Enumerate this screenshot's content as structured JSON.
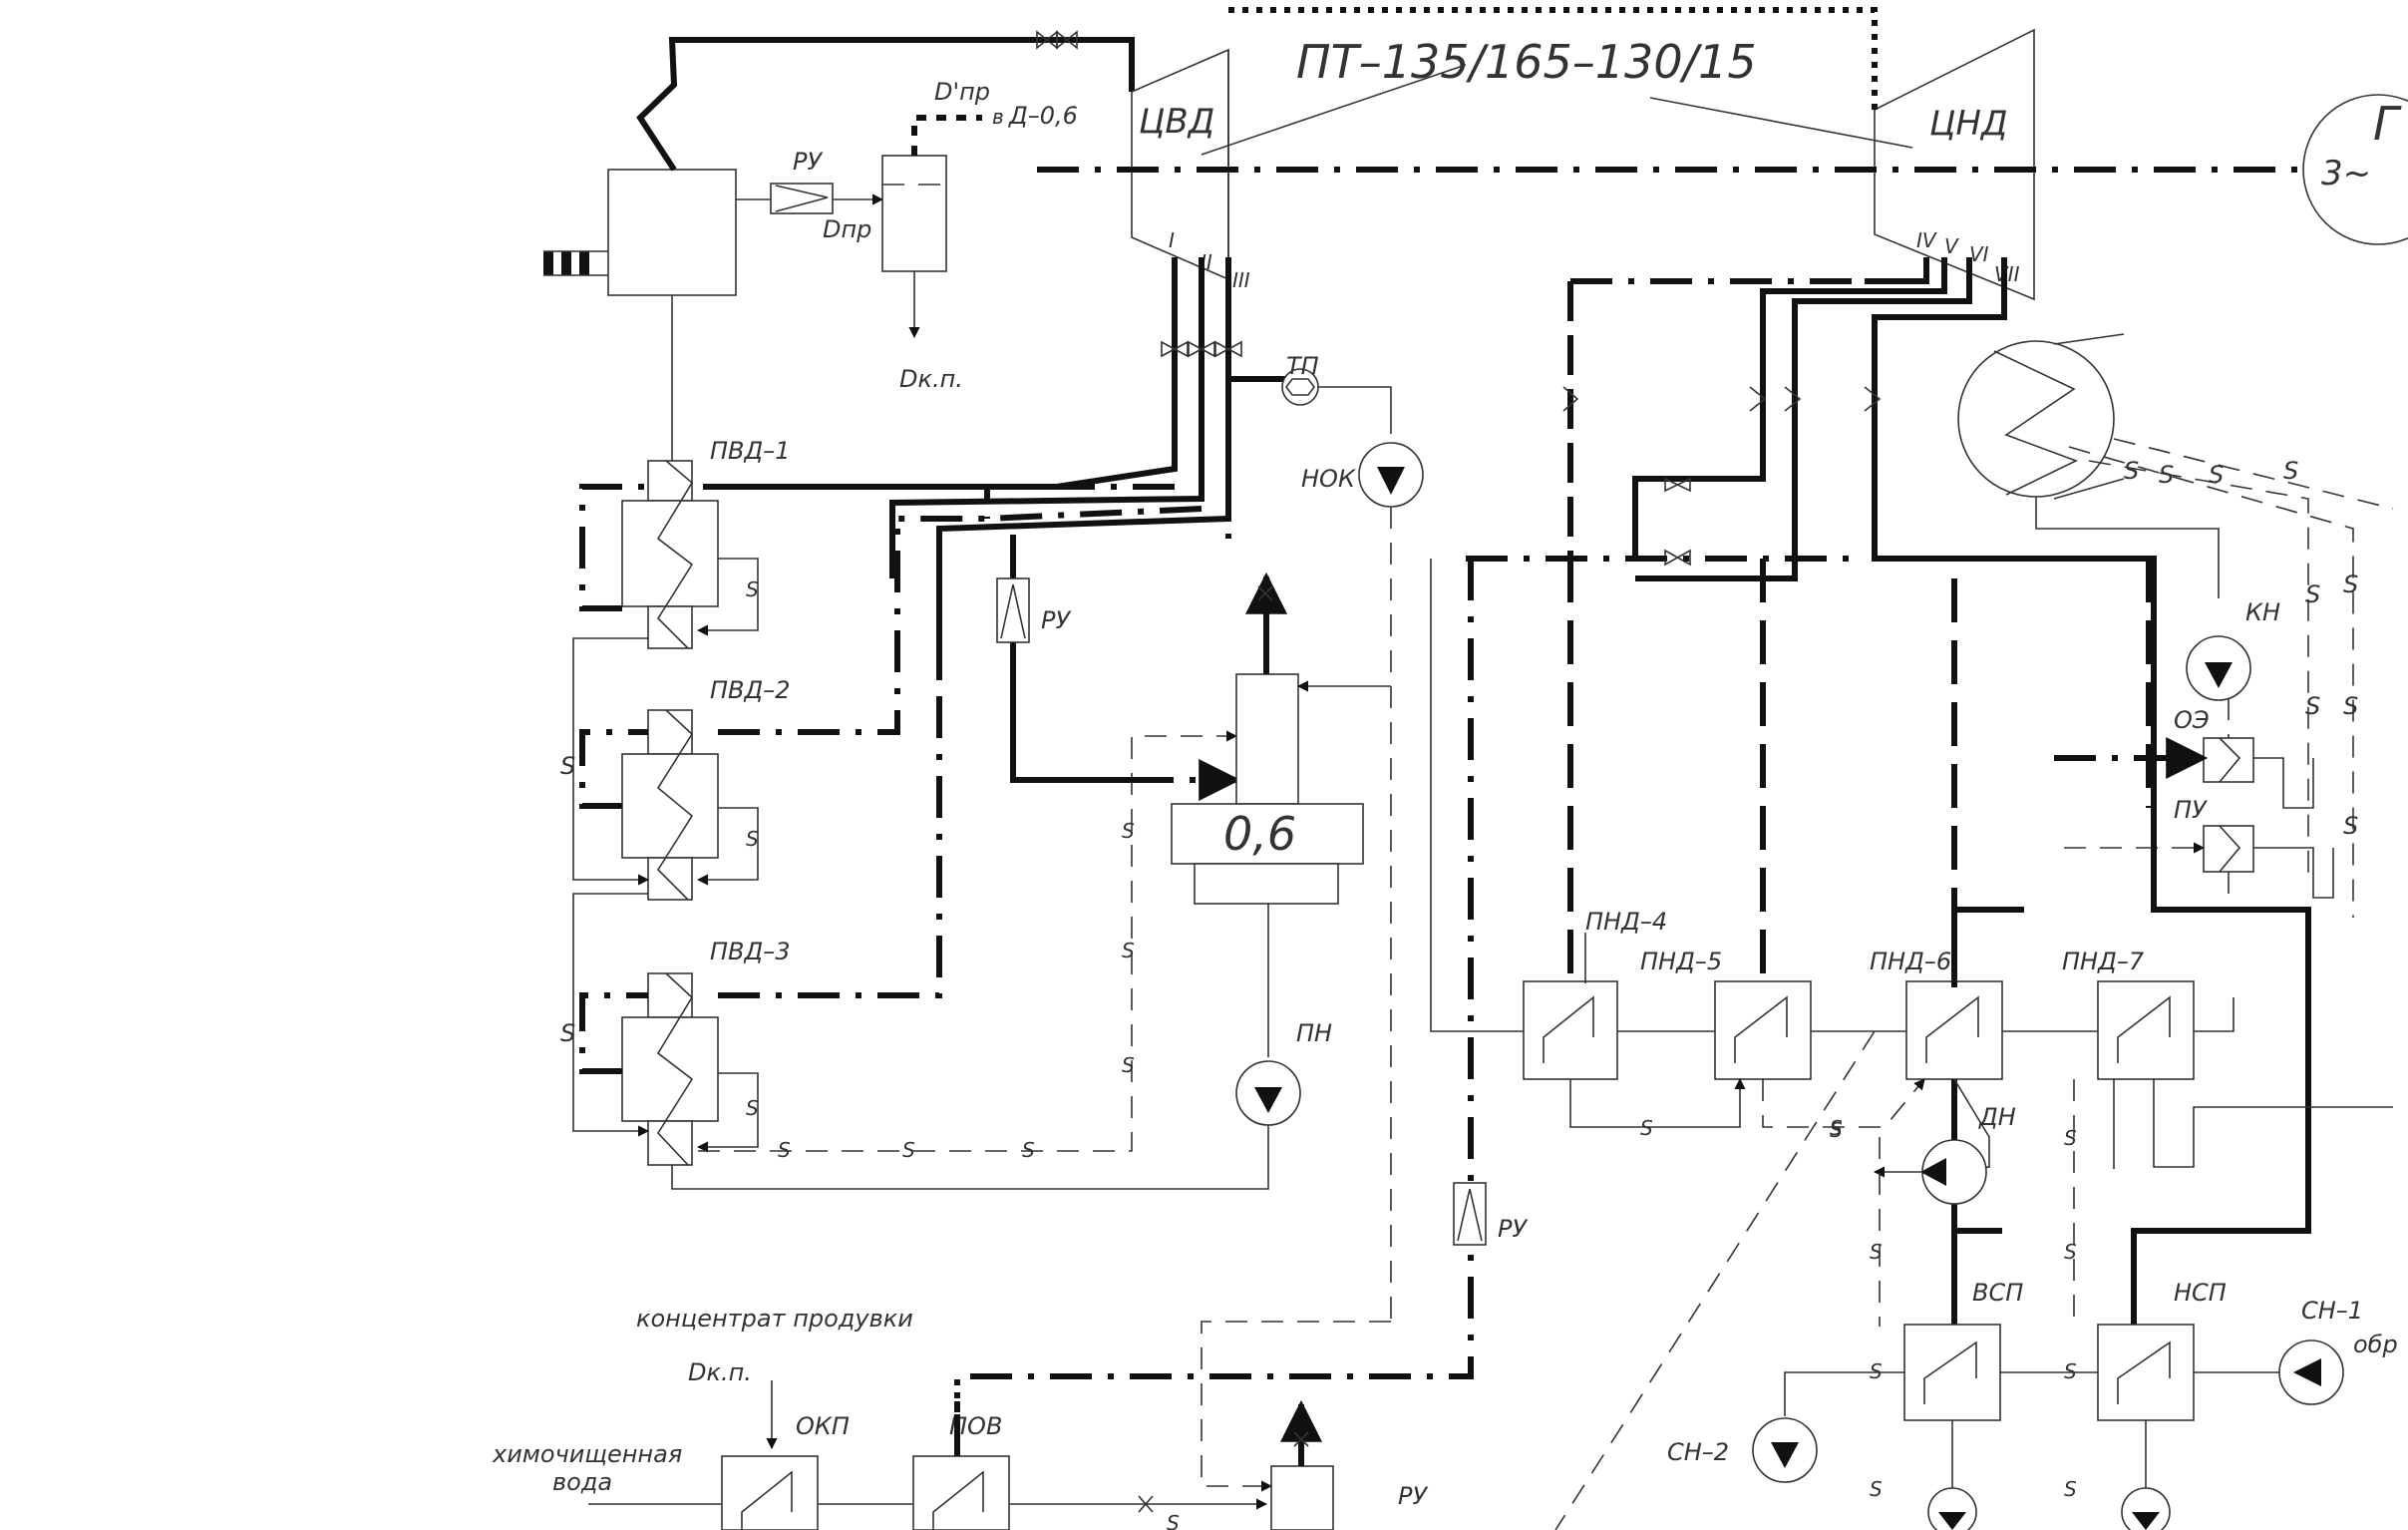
{
  "turbine": {
    "model": "ПТ–135/165–130/15",
    "hp_cylinder": "ЦВД",
    "lp_cylinder": "ЦНД",
    "deaerator_hp": "Д–0,6",
    "generator": "Г",
    "generator_phase": "3~"
  },
  "extractions": [
    "I",
    "II",
    "III",
    "IV",
    "V",
    "VI",
    "VII"
  ],
  "steam_labels": {
    "d_pr_prime": "D'пр",
    "sub_v": "в",
    "d_pr": "Dпр",
    "d_kp": "Dк.п."
  },
  "equipment": {
    "ru": "РУ",
    "tp": "ТП",
    "nok": "НОК",
    "pvd1": "ПВД–1",
    "pvd2": "ПВД–2",
    "pvd3": "ПВД–3",
    "deaerator_pressure": "0,6",
    "pn": "ПН",
    "pnd4": "ПНД–4",
    "pnd5": "ПНД–5",
    "pnd6": "ПНД–6",
    "pnd7": "ПНД–7",
    "dn": "ДН",
    "kn": "КН",
    "oe": "ОЭ",
    "pu": "ПУ",
    "vsp": "ВСП",
    "nsp": "НСП",
    "sn1": "СН–1",
    "sn1_suffix": "обр",
    "sn2": "СН–2",
    "okp": "ОКП",
    "pov": "ПОВ"
  },
  "drain_symbol": "S",
  "inputs": {
    "blowdown": "концентрат продувки",
    "chem_water_1": "химочищенная",
    "chem_water_2": "вода"
  }
}
